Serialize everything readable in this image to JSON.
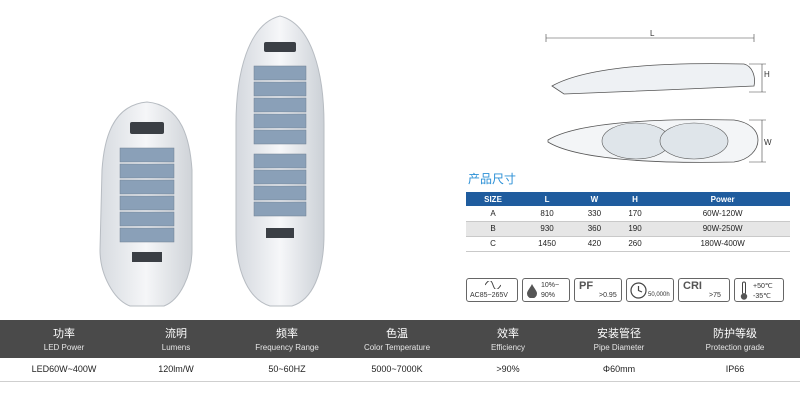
{
  "dimensions": {
    "length_label": "L",
    "height_label": "H",
    "width_label": "W"
  },
  "size_section": {
    "title": "产品尺寸",
    "columns": [
      "SIZE",
      "L",
      "W",
      "H",
      "Power"
    ],
    "rows": [
      [
        "A",
        "810",
        "330",
        "170",
        "60W-120W"
      ],
      [
        "B",
        "930",
        "360",
        "190",
        "90W-250W"
      ],
      [
        "C",
        "1450",
        "420",
        "260",
        "180W-400W"
      ]
    ]
  },
  "spec_icons": {
    "voltage": "AC85~265V",
    "humidity_top": "10%~",
    "humidity_bottom": "90%",
    "pf_big": "PF",
    "pf_small": ">0.95",
    "lifetime": "50,000h",
    "cri_big": "CRI",
    "cri_small": ">75",
    "temp_top": "+50℃",
    "temp_bottom": "-35℃"
  },
  "params": [
    {
      "cn": "功率",
      "en": "LED Power",
      "value": "LED60W~400W"
    },
    {
      "cn": "流明",
      "en": "Lumens",
      "value": "120lm/W"
    },
    {
      "cn": "频率",
      "en": "Frequency Range",
      "value": "50~60HZ"
    },
    {
      "cn": "色温",
      "en": "Color Temperature",
      "value": "5000~7000K"
    },
    {
      "cn": "效率",
      "en": "Efficiency",
      "value": ">90%"
    },
    {
      "cn": "安装管径",
      "en": "Pipe Diameter",
      "value": "Φ60mm"
    },
    {
      "cn": "防护等级",
      "en": "Protection grade",
      "value": "IP66"
    }
  ],
  "colors": {
    "header_bg": "#4a4a4a",
    "table_header": "#1f5c9e",
    "title_blue": "#2a8fd6"
  }
}
